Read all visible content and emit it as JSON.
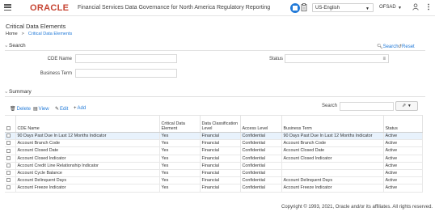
{
  "header": {
    "logo": "ORACLE",
    "app_title": "Financial Services Data Governance for North America Regulatory Reporting",
    "language": "US-English",
    "user": "OFSAD"
  },
  "page": {
    "title": "Critical Data Elements",
    "breadcrumb_home": "Home",
    "breadcrumb_sep": ">",
    "breadcrumb_current": "Critical Data Elements"
  },
  "search": {
    "section_label": "Search",
    "search_link": "Search",
    "reset_link": "Reset",
    "cde_name_label": "CDE Name",
    "business_term_label": "Business Term",
    "status_label": "Status",
    "cde_name_value": "",
    "business_term_value": "",
    "status_value": ""
  },
  "summary": {
    "section_label": "Summary",
    "delete_label": "Delete",
    "view_label": "View",
    "edit_label": "Edit",
    "add_label": "Add",
    "search_label": "Search",
    "search_value": "",
    "columns": [
      "CDE Name",
      "Critical Data Element",
      "Data Classification Level",
      "Access Level",
      "Business Term",
      "Status"
    ],
    "rows": [
      [
        "90 Days Past Due In Last 12 Months Indicator",
        "Yes",
        "Financial",
        "Confidential",
        "90 Days Past Due In Last 12 Months Indicator",
        "Active"
      ],
      [
        "Account Branch Code",
        "Yes",
        "Financial",
        "Confidential",
        "Account Branch Code",
        "Active"
      ],
      [
        "Account Closed Date",
        "Yes",
        "Financial",
        "Confidential",
        "Account Closed Date",
        "Active"
      ],
      [
        "Account Closed Indicator",
        "Yes",
        "Financial",
        "Confidential",
        "Account Closed Indicator",
        "Active"
      ],
      [
        "Account Credit Line Relationship Indicator",
        "Yes",
        "Financial",
        "Confidential",
        "",
        "Active"
      ],
      [
        "Account Cycle Balance",
        "Yes",
        "Financial",
        "Confidential",
        "",
        "Active"
      ],
      [
        "Account Delinquent Days",
        "Yes",
        "Financial",
        "Confidential",
        "Account Delinquent Days",
        "Active"
      ],
      [
        "Account Freeze Indicator",
        "Yes",
        "Financial",
        "Confidential",
        "Account Freeze Indicator",
        "Active"
      ]
    ]
  },
  "footer": {
    "copyright": "Copyright © 1993, 2021, Oracle and/or its affiliates. All rights reserved."
  },
  "colors": {
    "brand_red": "#c74634",
    "link_blue": "#227ad8",
    "selected_row": "#e8f2fc"
  }
}
